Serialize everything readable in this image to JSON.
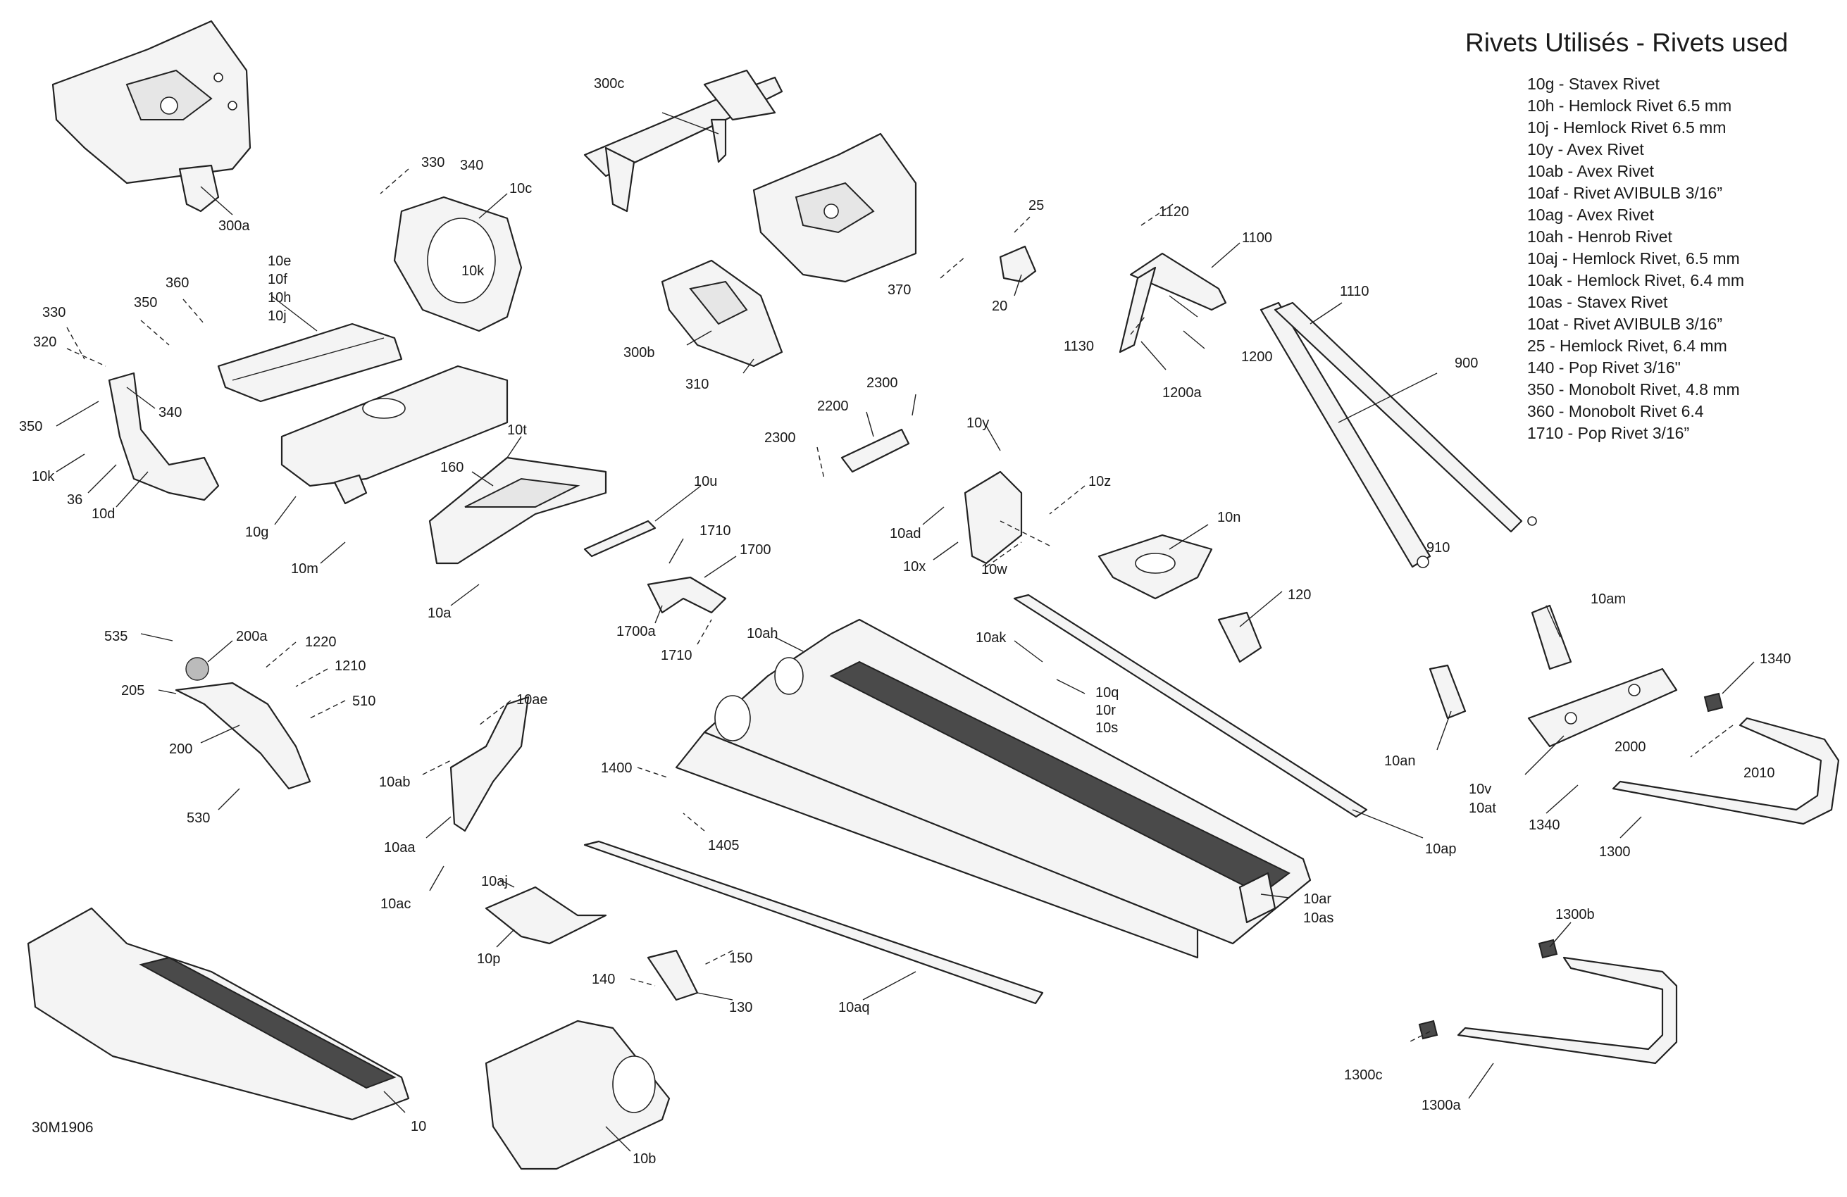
{
  "legend": {
    "title": "Rivets Utilisés - Rivets used",
    "items": [
      "10g - Stavex Rivet",
      "10h - Hemlock Rivet 6.5 mm",
      "10j - Hemlock Rivet 6.5 mm",
      "10y - Avex Rivet",
      "10ab - Avex Rivet",
      "10af - Rivet AVIBULB 3/16”",
      "10ag - Avex Rivet",
      "10ah - Henrob Rivet",
      "10aj - Hemlock Rivet, 6.5 mm",
      "10ak - Hemlock Rivet, 6.4 mm",
      "10as - Stavex Rivet",
      "10at - Rivet AVIBULB 3/16”",
      "25 - Hemlock Rivet, 6.4 mm",
      "140 - Pop Rivet 3/16\"",
      "350 - Monobolt Rivet, 4.8 mm",
      "360 - Monobolt Rivet 6.4",
      "1710 - Pop Rivet 3/16”"
    ]
  },
  "drawing_code": "30M1906",
  "callouts": [
    "300a",
    "300c",
    "330",
    "340",
    "10c",
    "10k",
    "25",
    "1120",
    "1100",
    "370",
    "20",
    "1110",
    "300b",
    "310",
    "1130",
    "1200",
    "1200a",
    "900",
    "10e",
    "10f",
    "10h",
    "10j",
    "360",
    "330",
    "350",
    "320",
    "340",
    "350",
    "10k",
    "36",
    "10d",
    "10g",
    "10m",
    "160",
    "10t",
    "10a",
    "10u",
    "2300",
    "2200",
    "2300",
    "10y",
    "10z",
    "10ad",
    "10x",
    "10w",
    "10n",
    "910",
    "1710",
    "1700",
    "1700a",
    "1710",
    "10ah",
    "10ak",
    "10q",
    "10r",
    "10s",
    "120",
    "10am",
    "1340",
    "535",
    "200a",
    "1220",
    "205",
    "1210",
    "510",
    "200",
    "530",
    "10ae",
    "10ab",
    "10aa",
    "10ac",
    "1400",
    "1405",
    "10an",
    "2000",
    "2010",
    "10v",
    "10at",
    "1340",
    "1300",
    "10ap",
    "10aj",
    "10p",
    "10ar",
    "10as",
    "150",
    "140",
    "130",
    "10aq",
    "1300b",
    "10",
    "10b",
    "1300c",
    "1300a"
  ]
}
